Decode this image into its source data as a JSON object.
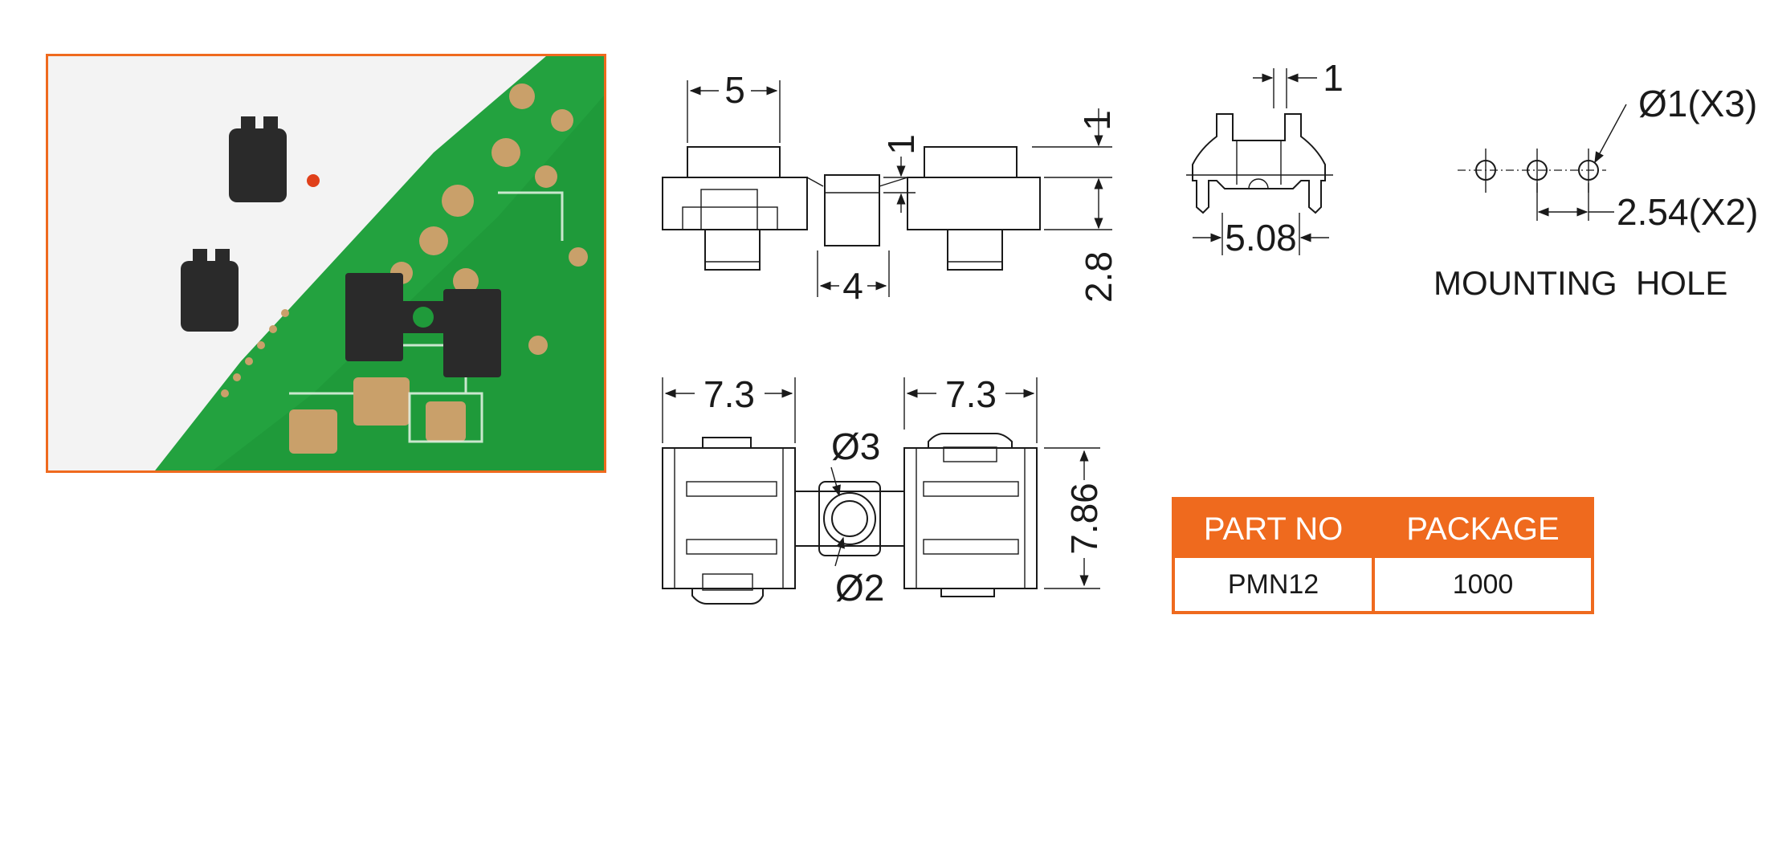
{
  "colors": {
    "accent": "#ef6a1e",
    "pcb_green": "#1f9a3a",
    "pad_copper": "#c9a06a",
    "part_black": "#2a2a2a"
  },
  "photo": {
    "subject": ""
  },
  "side_view": {
    "dim_width": "5",
    "dim_gap": "1",
    "dim_center": "4",
    "dim_height": "2.8"
  },
  "end_view": {
    "dim_slot": "1",
    "dim_pitch": "5.08"
  },
  "mounting": {
    "hole": "Ø1(X3)",
    "pitch": "2.54(X2)",
    "title": "MOUNTING  HOLE"
  },
  "top_view": {
    "dim_left": "7.3",
    "dim_right": "7.3",
    "dim_outer": "Ø3",
    "dim_inner": "Ø2",
    "dim_depth": "7.86"
  },
  "table": {
    "headers": [
      "PART NO",
      "PACKAGE"
    ],
    "rows": [
      [
        "PMN12",
        "1000"
      ]
    ]
  }
}
